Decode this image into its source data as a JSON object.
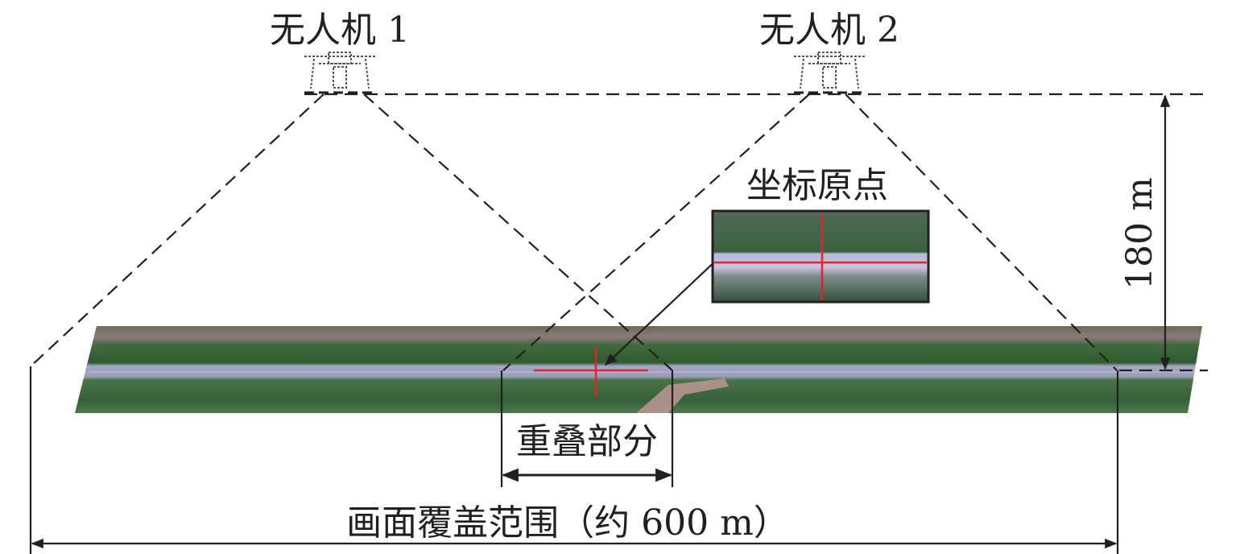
{
  "labels": {
    "drone1": "无人机 1",
    "drone2": "无人机 2",
    "origin": "坐标原点",
    "height": "180 m",
    "overlap": "重叠部分",
    "coverage": "画面覆盖范围（约 600 m）"
  },
  "icons": {
    "drone": "drone-icon",
    "crosshair": "crosshair-icon"
  },
  "colors": {
    "line": "#231f20",
    "crosshair": "#e0242b",
    "vegetation": "#3e6b3a",
    "road": "#9a9fb8"
  }
}
